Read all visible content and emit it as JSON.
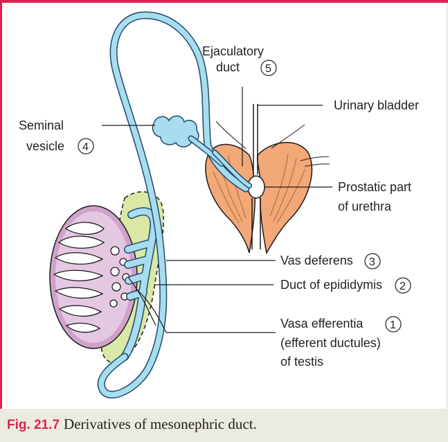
{
  "colors": {
    "accent": "#e0214f",
    "duct": "#a8dcef",
    "duct_outline": "#1e4a6e",
    "bladder": "#f3a877",
    "testis": "#cfa3c9",
    "epididymis": "#d9e8a6"
  },
  "labels": {
    "ejaculatory_line1": "Ejaculatory",
    "ejaculatory_line2": "duct",
    "ejaculatory_num": "5",
    "urinary_bladder": "Urinary bladder",
    "seminal_line1": "Seminal",
    "seminal_line2": "vesicle",
    "seminal_num": "4",
    "prostatic_line1": "Prostatic part",
    "prostatic_line2": "of urethra",
    "vas_deferens": "Vas deferens",
    "vas_deferens_num": "3",
    "duct_epididymis": "Duct of epididymis",
    "duct_epididymis_num": "2",
    "vasa_line1": "Vasa efferentia",
    "vasa_line2": "(efferent ductules)",
    "vasa_line3": "of testis",
    "vasa_num": "1"
  },
  "caption": {
    "fig_number": "Fig. 21.7",
    "text": "Derivatives of mesonephric duct."
  }
}
